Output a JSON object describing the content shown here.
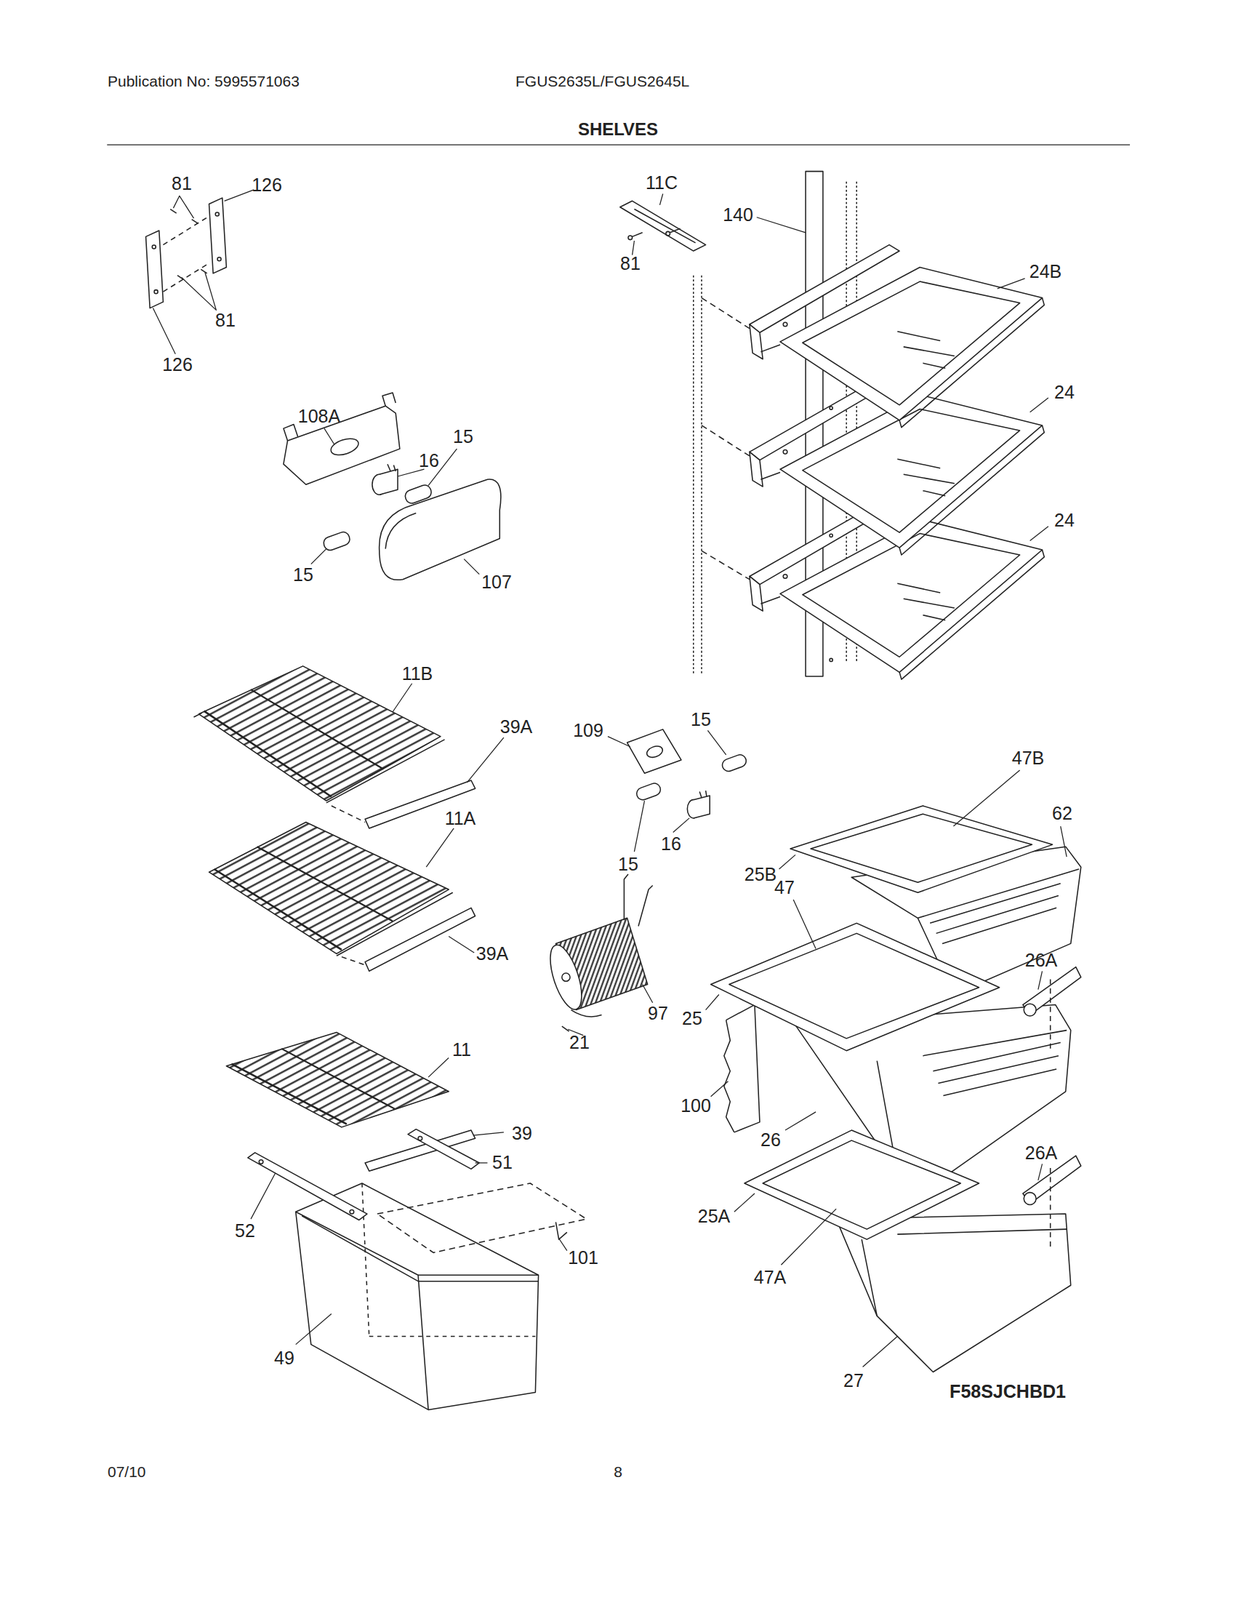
{
  "diagram": {
    "title": "SHELVES",
    "labels": [
      "Publication No: 5995571063",
      "FGUS2635L/FGUS2645L",
      "81",
      "126",
      "81",
      "126",
      "11C",
      "140",
      "81",
      "24B",
      "24",
      "24",
      "108A",
      "16",
      "15",
      "15",
      "107",
      "11B",
      "39A",
      "109",
      "15",
      "47B",
      "62",
      "11A",
      "16",
      "15",
      "25B",
      "47",
      "39A",
      "26A",
      "97",
      "25",
      "21",
      "11",
      "100",
      "26",
      "39",
      "26A",
      "51",
      "52",
      "25A",
      "101",
      "47A",
      "49",
      "27",
      "F58SJCHBD1",
      "07/10",
      "8"
    ]
  }
}
